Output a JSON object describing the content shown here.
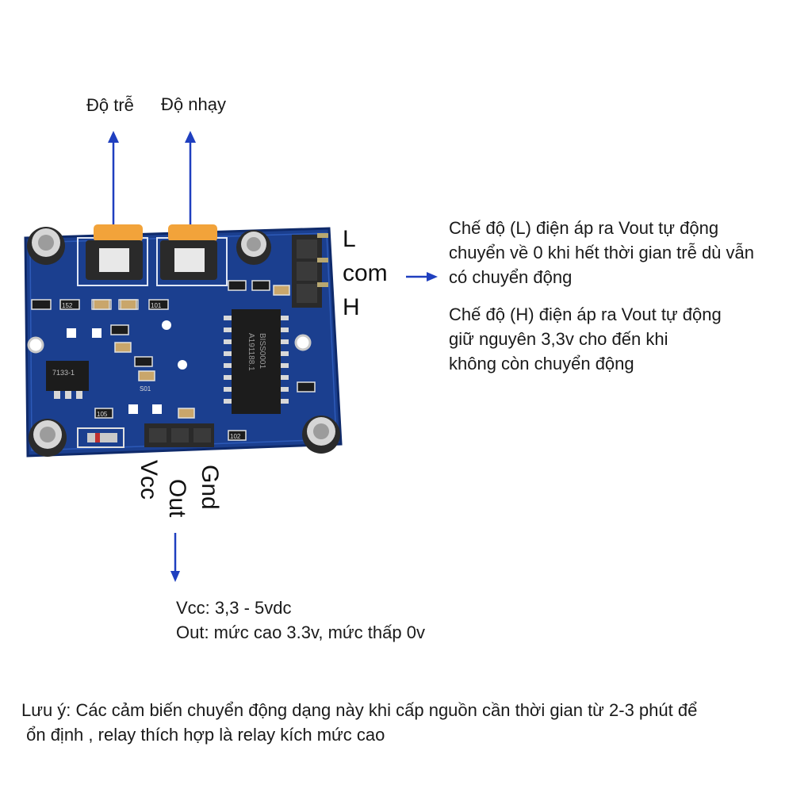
{
  "pot_labels": {
    "delay": "Độ trễ",
    "sensitivity": "Độ nhạy"
  },
  "jumper_labels": {
    "l": "L",
    "com": "com",
    "h": "H"
  },
  "mode_notes": {
    "l_mode": [
      "Chế độ (L) điện áp ra Vout tự động",
      "chuyển về 0 khi hết thời gian trễ dù vẫn",
      "có chuyển động"
    ],
    "h_mode": [
      "Chế độ (H) điện áp ra Vout tự động",
      "giữ nguyên 3,3v cho đến khi",
      "không còn chuyển động"
    ]
  },
  "pin_labels": {
    "vcc": "Vcc",
    "out": "Out",
    "gnd": "Gnd"
  },
  "specs": {
    "vcc": "Vcc: 3,3 - 5vdc",
    "out": "Out: mức cao 3.3v, mức thấp 0v"
  },
  "footnote": [
    "Lưu ý: Các cảm biến chuyển động dạng này khi cấp nguồn cần thời gian từ 2-3 phút để",
    " ổn định , relay thích hợp là relay kích mức cao"
  ],
  "board_marks": {
    "ic_top": "BISS0001",
    "ic_bottom": "A191188.1",
    "regulator": "7133-1",
    "r152": "152",
    "r105": "105",
    "r102": "102",
    "s01": "S01",
    "r101": "101"
  },
  "colors": {
    "arrow": "#1f3fbf",
    "pcb": "#1b3f8f",
    "pcb_dark": "#0f2a6a",
    "potentiometer": "#f2a33a"
  }
}
